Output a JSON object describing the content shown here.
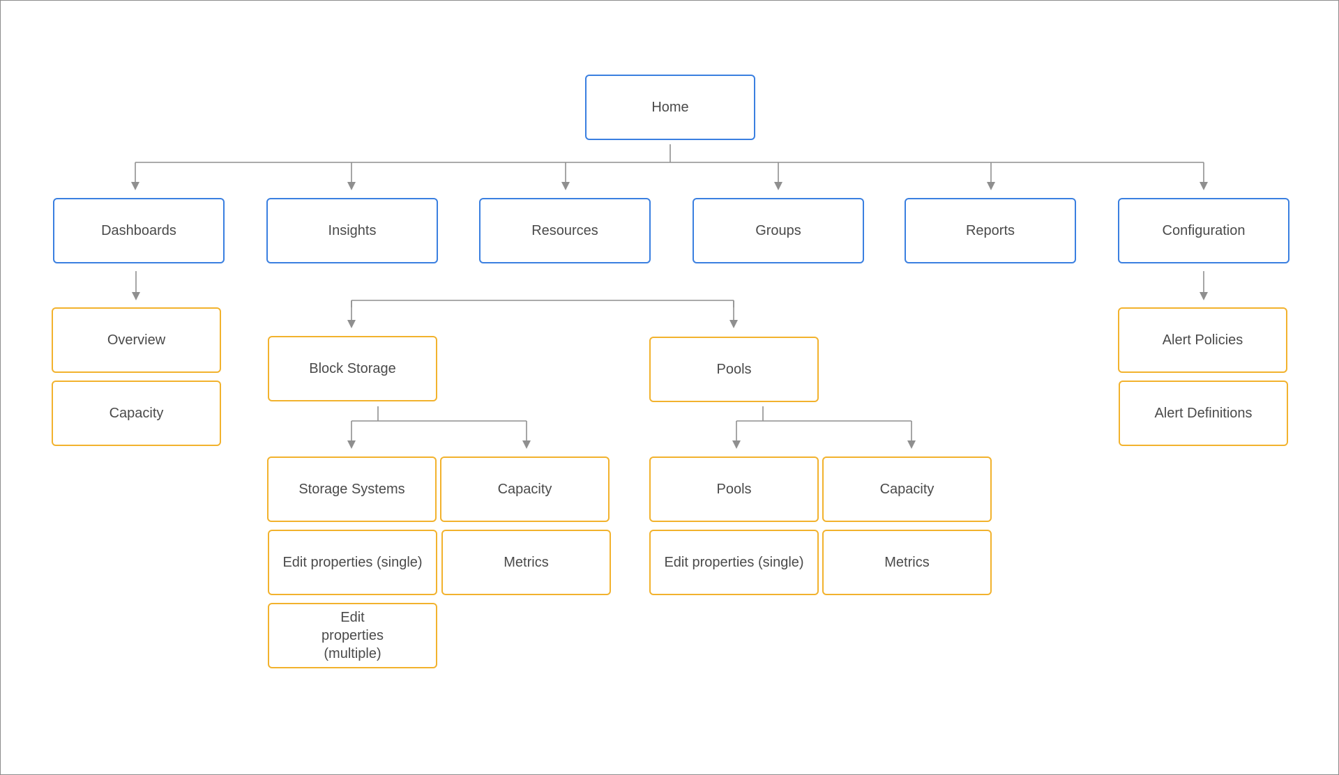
{
  "diagram": {
    "colors": {
      "primary_border": "#3a7fe0",
      "secondary_border": "#f2b22d",
      "connector": "#8f8f8f",
      "text": "#4a4a4a"
    },
    "home": {
      "label": "Home"
    },
    "dashboards": {
      "label": "Dashboards"
    },
    "insights": {
      "label": "Insights"
    },
    "resources": {
      "label": "Resources"
    },
    "groups": {
      "label": "Groups"
    },
    "reports": {
      "label": "Reports"
    },
    "configuration": {
      "label": "Configuration"
    },
    "overview": {
      "label": "Overview"
    },
    "dashboards_capacity": {
      "label": "Capacity"
    },
    "block_storage": {
      "label": "Block Storage"
    },
    "pools": {
      "label": "Pools"
    },
    "storage_systems": {
      "label": "Storage Systems"
    },
    "block_capacity": {
      "label": "Capacity"
    },
    "block_edit_single": {
      "label": "Edit properties (single)"
    },
    "block_metrics": {
      "label": "Metrics"
    },
    "block_edit_multiple": {
      "label": "Edit properties (multiple)"
    },
    "pools_pools": {
      "label": "Pools"
    },
    "pools_capacity": {
      "label": "Capacity"
    },
    "pools_edit_single": {
      "label": "Edit properties (single)"
    },
    "pools_metrics": {
      "label": "Metrics"
    },
    "alert_policies": {
      "label": "Alert Policies"
    },
    "alert_definitions": {
      "label": "Alert Definitions"
    }
  }
}
